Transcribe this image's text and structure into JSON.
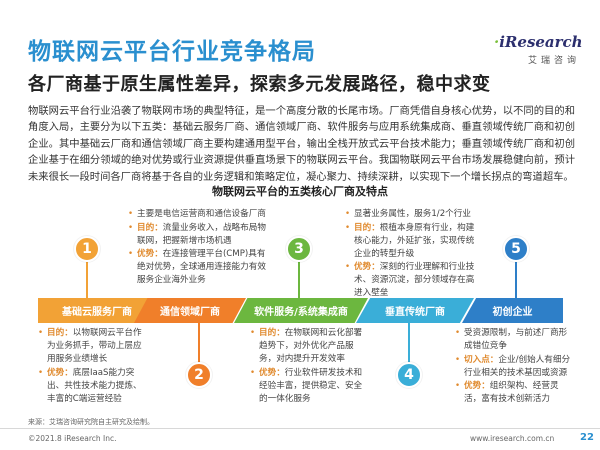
{
  "title": "物联网云平台行业竞争格局",
  "subtitle": "各厂商基于原生属性差异，探索多元发展路径，稳中求变",
  "logo": {
    "main": "iResearch",
    "sub": "艾瑞咨询"
  },
  "body_text": "物联网云平台行业沿袭了物联网市场的典型特征，是一个高度分散的长尾市场。厂商凭借自身核心优势，以不同的目的和角度入局，主要分为以下五类：基础云服务厂商、通信领域厂商、软件服务与应用系统集成商、垂直领域传统厂商和初创企业。其中基础云厂商和通信领域厂商主要构建通用型平台，输出全栈开放式云平台技术能力；垂直领域传统厂商和初创企业基于在细分领域的绝对优势或行业资源提供垂直场景下的物联网云平台。我国物联网云平台市场发展稳健向前，预计未来很长一段时间各厂商将基于各自的业务逻辑和策略定位，凝心聚力、持续深耕，以实现下一个增长拐点的弯道超车。",
  "diagram_title": "物联网云平台的五类核心厂商及特点",
  "categories": [
    {
      "num": "1",
      "label": "基础云服务厂商",
      "color": "#f2a236"
    },
    {
      "num": "2",
      "label": "通信领域厂商",
      "color": "#f07f2a"
    },
    {
      "num": "3",
      "label": "软件服务/系统集成商",
      "color": "#6cb73f"
    },
    {
      "num": "4",
      "label": "垂直传统厂商",
      "color": "#3aaed8"
    },
    {
      "num": "5",
      "label": "初创企业",
      "color": "#2e7fc8"
    }
  ],
  "desc1": {
    "l1_key": "目的：",
    "l1_text": "以物联网云平台作为业务抓手，带动上层应用服务业绩增长",
    "l2_key": "优势：",
    "l2_text": "底层IaaS能力突出、共性技术能力提炼、丰富的C端运营经验"
  },
  "desc2": {
    "l1_text": "主要是电信运营商和通信设备厂商",
    "l2_key": "目的：",
    "l2_text": "流量业务收入，战略布局物联网，把握新增市场机遇",
    "l3_key": "优势：",
    "l3_text": "在连接管理平台(CMP)具有绝对优势，全球通用连接能力有效服务企业海外业务"
  },
  "desc3": {
    "l1_key": "目的：",
    "l1_text": "在物联网和云化部署趋势下，对外优化产品服务，对内提升开发效率",
    "l2_key": "优势：",
    "l2_text": "行业软件研发技术和经验丰富，提供稳定、安全的一体化服务"
  },
  "desc4": {
    "l1_text": "显著业务属性，服务1/2个行业",
    "l2_key": "目的：",
    "l2_text": "根植本身原有行业，构建核心能力，外延扩张，实现传统企业的转型升级",
    "l3_key": "优势：",
    "l3_text": "深刻的行业理解和行业技术、资源沉淀，部分领域存在高进入壁垒"
  },
  "desc5": {
    "l1_text": "受资源限制，与前述厂商形成错位竞争",
    "l2_key": "切入点：",
    "l2_text": "企业/创始人有细分行业相关的技术基因或资源",
    "l3_key": "优势：",
    "l3_text": "组织架构、经营灵活，富有技术创新活力"
  },
  "source": "来源：艾瑞咨询研究院自主研究及绘制。",
  "footer": {
    "left": "©2021.8 iResearch Inc.",
    "right": "www.iresearch.com.cn",
    "page": "22"
  }
}
